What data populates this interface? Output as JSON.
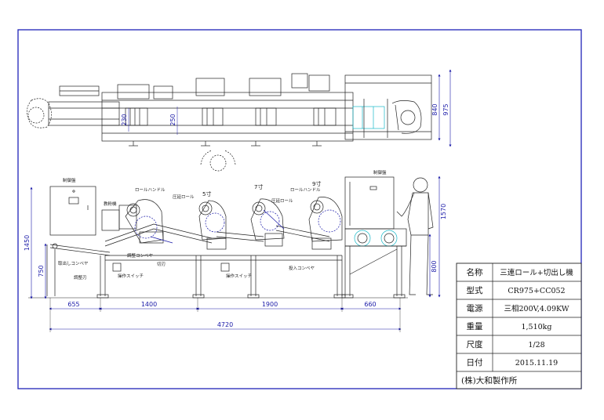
{
  "colors": {
    "border": "#1f22b8",
    "line": "#222222",
    "dimension": "#1a1aa8",
    "cyan_accent": "#18b8c8"
  },
  "plan_view": {
    "dimensions": {
      "width_overall": "975",
      "width_inner": "840",
      "roll_a": "230",
      "roll_b": "250"
    }
  },
  "front_view": {
    "labels": {
      "control_panel_left": "制御盤",
      "control_panel_right": "制御盤",
      "flour_feeder": "教粉機",
      "roll_handle_1": "ロールハンドル",
      "roll_handle_2": "ロールハンドル",
      "pressure_roll_1": "圧延ロール",
      "pressure_roll_2": "圧延ロール",
      "size_5": "5寸",
      "size_7": "7寸",
      "size_9": "9寸",
      "outlet_conveyor": "取出しコンベヤ",
      "adjust_conveyor": "調整コンベヤ",
      "cutter": "切刃",
      "adjust_blade": "調整刃",
      "op_switch_1": "操作スイッチ",
      "op_switch_2": "操作スイッチ",
      "inlet_conveyor": "投入コンベヤ"
    },
    "dimensions": {
      "height_1450": "1450",
      "height_750": "750",
      "height_1570": "1570",
      "height_800": "800",
      "seg_655": "655",
      "seg_1400": "1400",
      "seg_1900": "1900",
      "seg_660": "660",
      "total": "4720"
    }
  },
  "title_block": {
    "rows": [
      {
        "label": "名称",
        "value": "三連ロール+切出し機"
      },
      {
        "label": "型式",
        "value": "CR975+CC052"
      },
      {
        "label": "電源",
        "value": "三相200V,4.09KW"
      },
      {
        "label": "重量",
        "value": "1,510kg"
      },
      {
        "label": "尺度",
        "value": "1/28"
      },
      {
        "label": "日付",
        "value": "2015.11.19"
      }
    ],
    "company": "(株)大和製作所"
  }
}
